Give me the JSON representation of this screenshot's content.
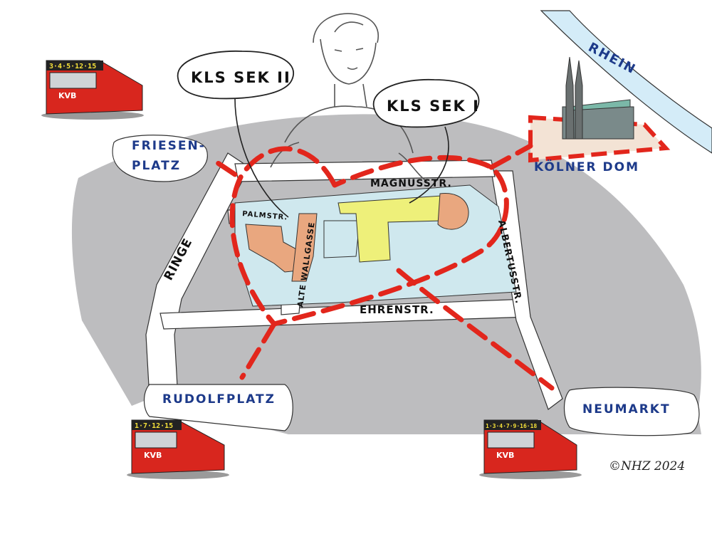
{
  "bubbles": {
    "sek2": "KLS SEK II",
    "sek1": "KLS SEK I"
  },
  "places": {
    "friesenplatz_line1": "FRIESEN-",
    "friesenplatz_line2": "PLATZ",
    "rudolfplatz": "RUDOLFPLATZ",
    "neumarkt": "NEUMARKT",
    "koelner_dom": "KÖLNER DOM",
    "rhein": "RHEIN"
  },
  "streets": {
    "ringe": "RINGE",
    "magnusstr": "MAGNUSSTR.",
    "albertusstr": "ALBERTUSSTR.",
    "ehrenstr": "EHRENSTR.",
    "alte_wallgasse": "ALTE WALLGASSE",
    "palmstr": "PALMSTR."
  },
  "trams": [
    {
      "lines": "3·4·5·12·15",
      "logo": "KVB"
    },
    {
      "lines": "1·7·12·15",
      "logo": "KVB"
    },
    {
      "lines": "1·3·4·7·9·16·18",
      "logo": "KVB"
    }
  ],
  "credit": "©NHZ 2024",
  "colors": {
    "district": "#bdbdbf",
    "campus": "#cfe8ee",
    "route": "#e2261c",
    "tram_red": "#d8261e",
    "place_label": "#1d3a8a",
    "rhine": "#d4ecf8",
    "building_yellow": "#eef07a",
    "building_brick": "#e9a77f"
  }
}
